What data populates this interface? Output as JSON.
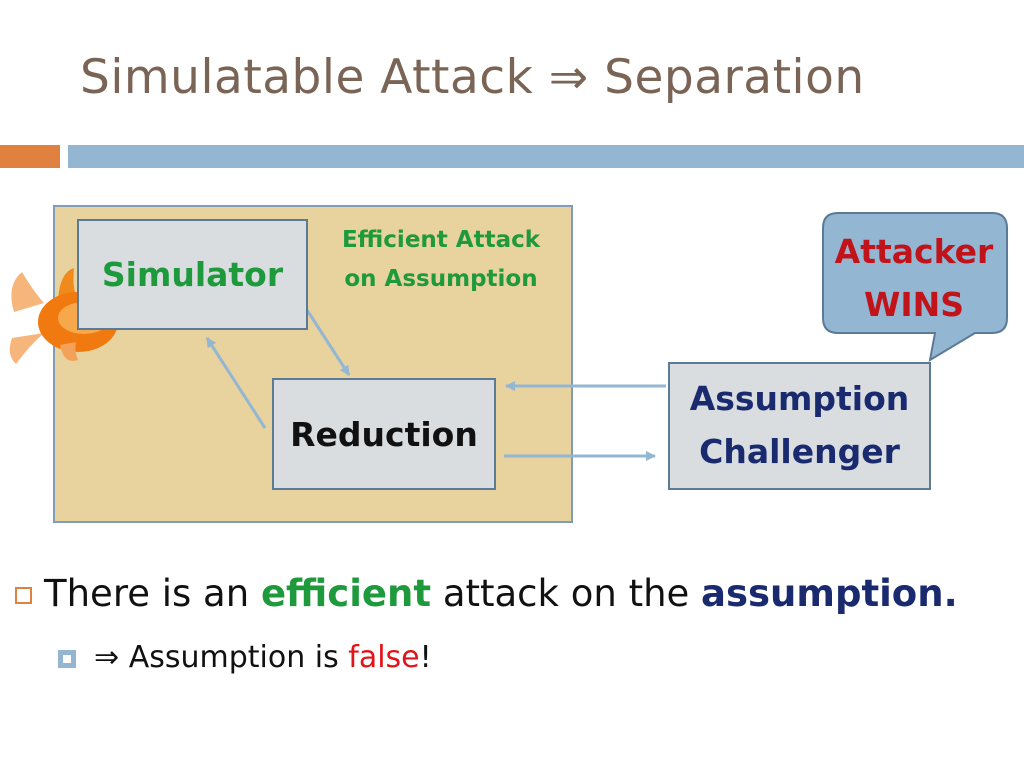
{
  "title": {
    "text": "Simulatable Attack ⇒ Separation"
  },
  "diagram": {
    "simulator_label": "Simulator",
    "reduction_label": "Reduction",
    "efficient_attack_line1": "Efficient Attack",
    "efficient_attack_line2": "on Assumption",
    "challenger_line1": "Assumption",
    "challenger_line2": "Challenger",
    "callout_line1": "Attacker",
    "callout_line2": "WINS",
    "mascot_icon": "goldfish-icon"
  },
  "bullets": {
    "b1_prefix": "There is an ",
    "b1_efficient": "efficient",
    "b1_mid": " attack on the ",
    "b1_assumption": "assumption",
    "b1_end": ".",
    "b2_arrow": "⇒ ",
    "b2_prefix": "Assumption is ",
    "b2_false": "false",
    "b2_end": "!"
  },
  "colors": {
    "title": "#7a6456",
    "accent_orange": "#e0813f",
    "accent_blue": "#93b6d3",
    "panel_tan": "#e8d29e",
    "box_gray": "#dadde0",
    "green": "#1e9a3c",
    "navy": "#1a2a6e",
    "red": "#c0141a"
  }
}
